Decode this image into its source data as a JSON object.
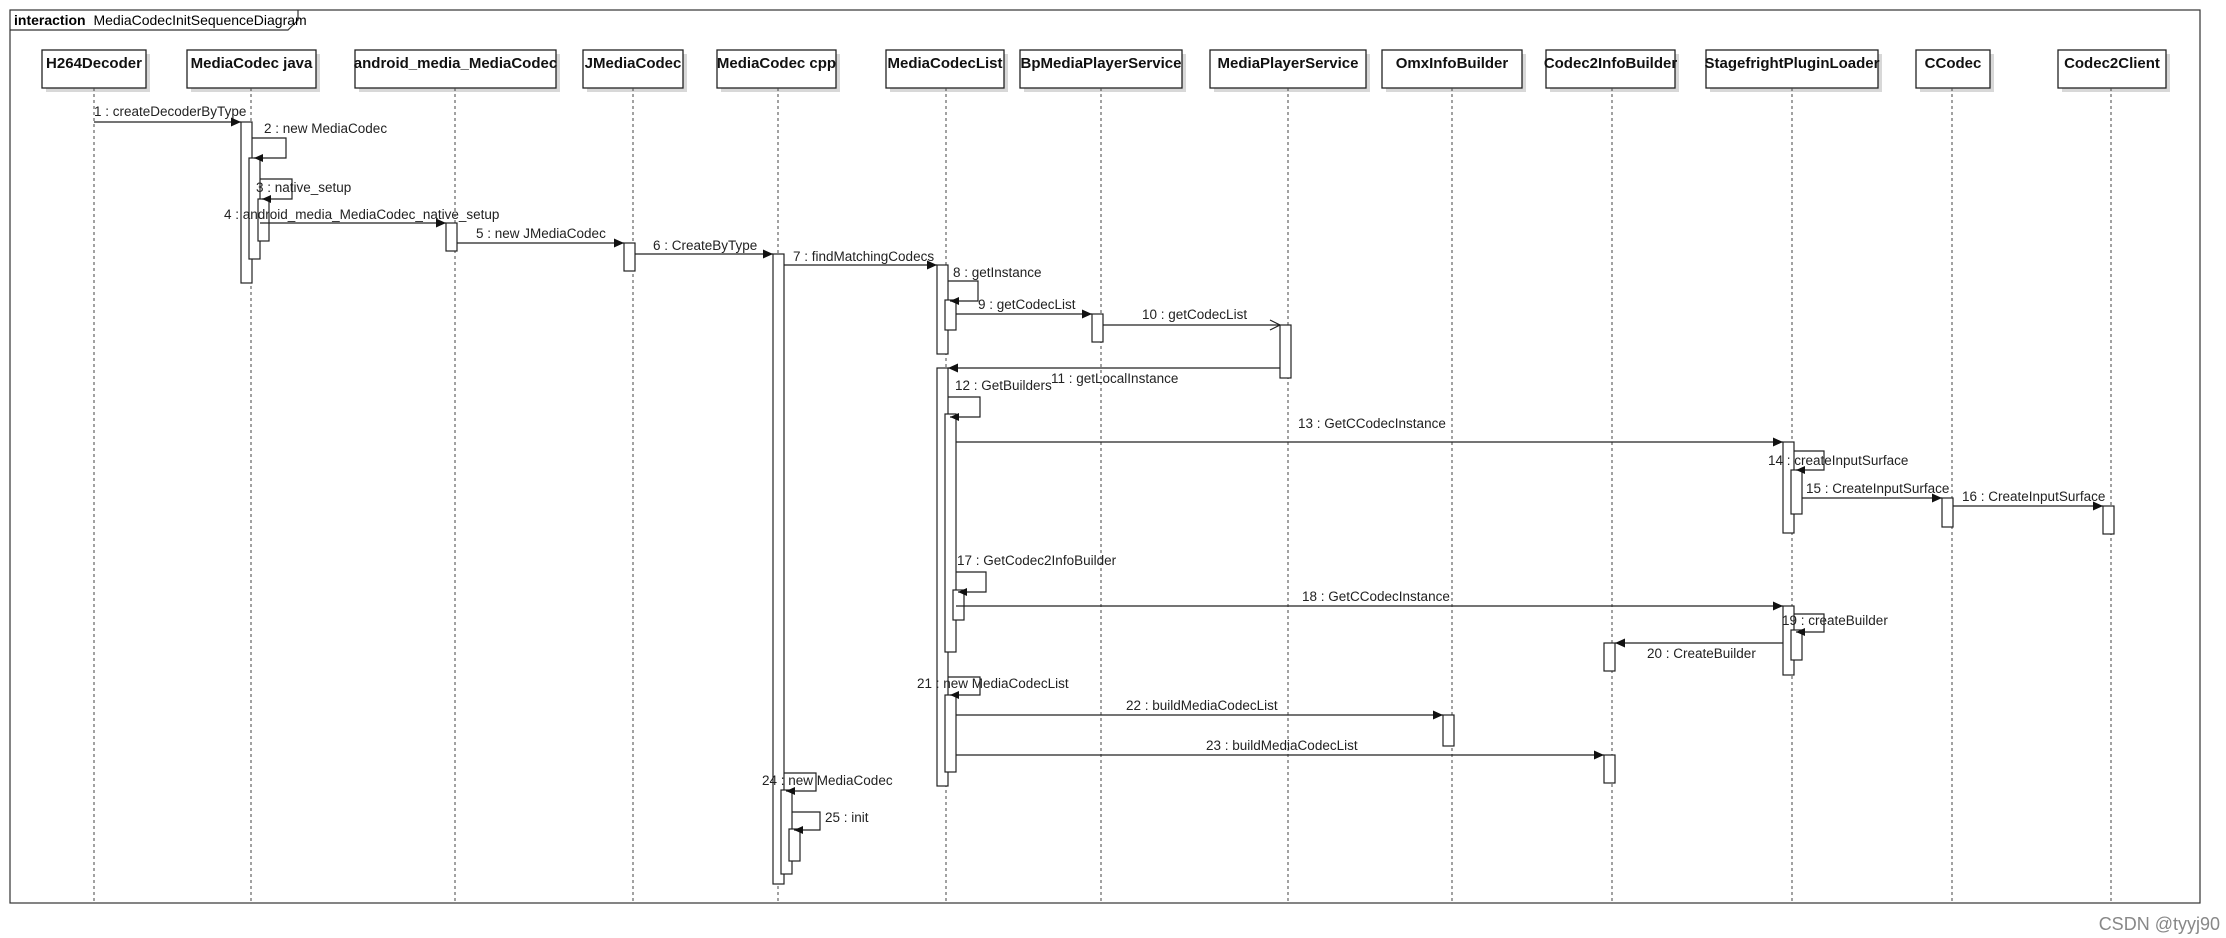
{
  "frame": {
    "keyword": "interaction",
    "name": "MediaCodecInitSequenceDiagram"
  },
  "lifelines": [
    {
      "id": "h264",
      "label": "H264Decoder"
    },
    {
      "id": "mcjava",
      "label": "MediaCodec java"
    },
    {
      "id": "amc",
      "label": "android_media_MediaCodec"
    },
    {
      "id": "jmc",
      "label": "JMediaCodec"
    },
    {
      "id": "mccpp",
      "label": "MediaCodec cpp"
    },
    {
      "id": "mcl",
      "label": "MediaCodecList"
    },
    {
      "id": "bpmps",
      "label": "BpMediaPlayerService"
    },
    {
      "id": "mps",
      "label": "MediaPlayerService"
    },
    {
      "id": "omx",
      "label": "OmxInfoBuilder"
    },
    {
      "id": "c2ib",
      "label": "Codec2InfoBuilder"
    },
    {
      "id": "spl",
      "label": "StagefrightPluginLoader"
    },
    {
      "id": "ccodec",
      "label": "CCodec"
    },
    {
      "id": "c2client",
      "label": "Codec2Client"
    }
  ],
  "messages": [
    {
      "from": "h264",
      "to": "mcjava",
      "label": "1 : createDecoderByType",
      "kind": "sync"
    },
    {
      "from": "mcjava",
      "to": "mcjava",
      "label": "2 : new MediaCodec",
      "kind": "self"
    },
    {
      "from": "mcjava",
      "to": "mcjava",
      "label": "3 : native_setup",
      "kind": "self"
    },
    {
      "from": "mcjava",
      "to": "amc",
      "label": "4 : android_media_MediaCodec_native_setup",
      "kind": "sync"
    },
    {
      "from": "amc",
      "to": "jmc",
      "label": "5 : new JMediaCodec",
      "kind": "sync"
    },
    {
      "from": "jmc",
      "to": "mccpp",
      "label": "6 : CreateByType",
      "kind": "sync"
    },
    {
      "from": "mccpp",
      "to": "mcl",
      "label": "7 : findMatchingCodecs",
      "kind": "sync"
    },
    {
      "from": "mcl",
      "to": "mcl",
      "label": "8 : getInstance",
      "kind": "self"
    },
    {
      "from": "mcl",
      "to": "bpmps",
      "label": "9 : getCodecList",
      "kind": "sync"
    },
    {
      "from": "bpmps",
      "to": "mps",
      "label": "10 : getCodecList",
      "kind": "async"
    },
    {
      "from": "mps",
      "to": "mcl",
      "label": "11 : getLocalInstance",
      "kind": "sync"
    },
    {
      "from": "mcl",
      "to": "mcl",
      "label": "12 : GetBuilders",
      "kind": "self"
    },
    {
      "from": "mcl",
      "to": "spl",
      "label": "13 : GetCCodecInstance",
      "kind": "sync"
    },
    {
      "from": "spl",
      "to": "spl",
      "label": "14 : createInputSurface",
      "kind": "self"
    },
    {
      "from": "spl",
      "to": "ccodec",
      "label": "15 : CreateInputSurface",
      "kind": "sync"
    },
    {
      "from": "ccodec",
      "to": "c2client",
      "label": "16 : CreateInputSurface",
      "kind": "sync"
    },
    {
      "from": "mcl",
      "to": "mcl",
      "label": "17 : GetCodec2InfoBuilder",
      "kind": "self"
    },
    {
      "from": "mcl",
      "to": "spl",
      "label": "18 : GetCCodecInstance",
      "kind": "sync"
    },
    {
      "from": "spl",
      "to": "spl",
      "label": "19 : createBuilder",
      "kind": "self"
    },
    {
      "from": "spl",
      "to": "c2ib",
      "label": "20 : CreateBuilder",
      "kind": "sync"
    },
    {
      "from": "mcl",
      "to": "mcl",
      "label": "21 : new MediaCodecList",
      "kind": "self"
    },
    {
      "from": "mcl",
      "to": "omx",
      "label": "22 : buildMediaCodecList",
      "kind": "sync"
    },
    {
      "from": "mcl",
      "to": "c2ib",
      "label": "23 : buildMediaCodecList",
      "kind": "sync"
    },
    {
      "from": "mccpp",
      "to": "mccpp",
      "label": "24 : new MediaCodec",
      "kind": "self"
    },
    {
      "from": "mccpp",
      "to": "mccpp",
      "label": "25 : init",
      "kind": "self"
    }
  ],
  "watermark": "CSDN @tyyj90"
}
